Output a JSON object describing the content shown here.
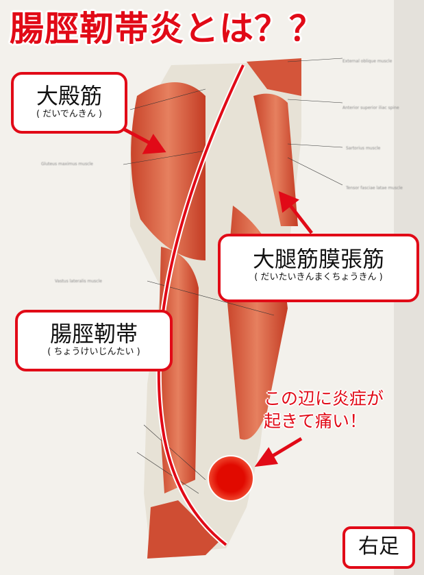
{
  "title": "腸脛靭帯炎とは？？",
  "labels": {
    "gluteus": {
      "main": "大殿筋",
      "sub": "( だいでんきん )"
    },
    "tfl": {
      "main": "大腿筋膜張筋",
      "sub": "( だいたいきんまくちょうきん )"
    },
    "itband": {
      "main": "腸脛靭帯",
      "sub": "( ちょうけいじんたい )"
    },
    "side": "右足"
  },
  "note": [
    "この辺に炎症が",
    "起きて痛い！"
  ],
  "background_labels": [
    "External oblique muscle",
    "Anterior superior iliac spine",
    "Sartorius muscle",
    "Tensor fasciae latae muscle",
    "Gluteus maximus muscle",
    "Vastus lateralis muscle"
  ],
  "colors": {
    "accent": "#e10a17",
    "muscle": "#d9573a"
  }
}
